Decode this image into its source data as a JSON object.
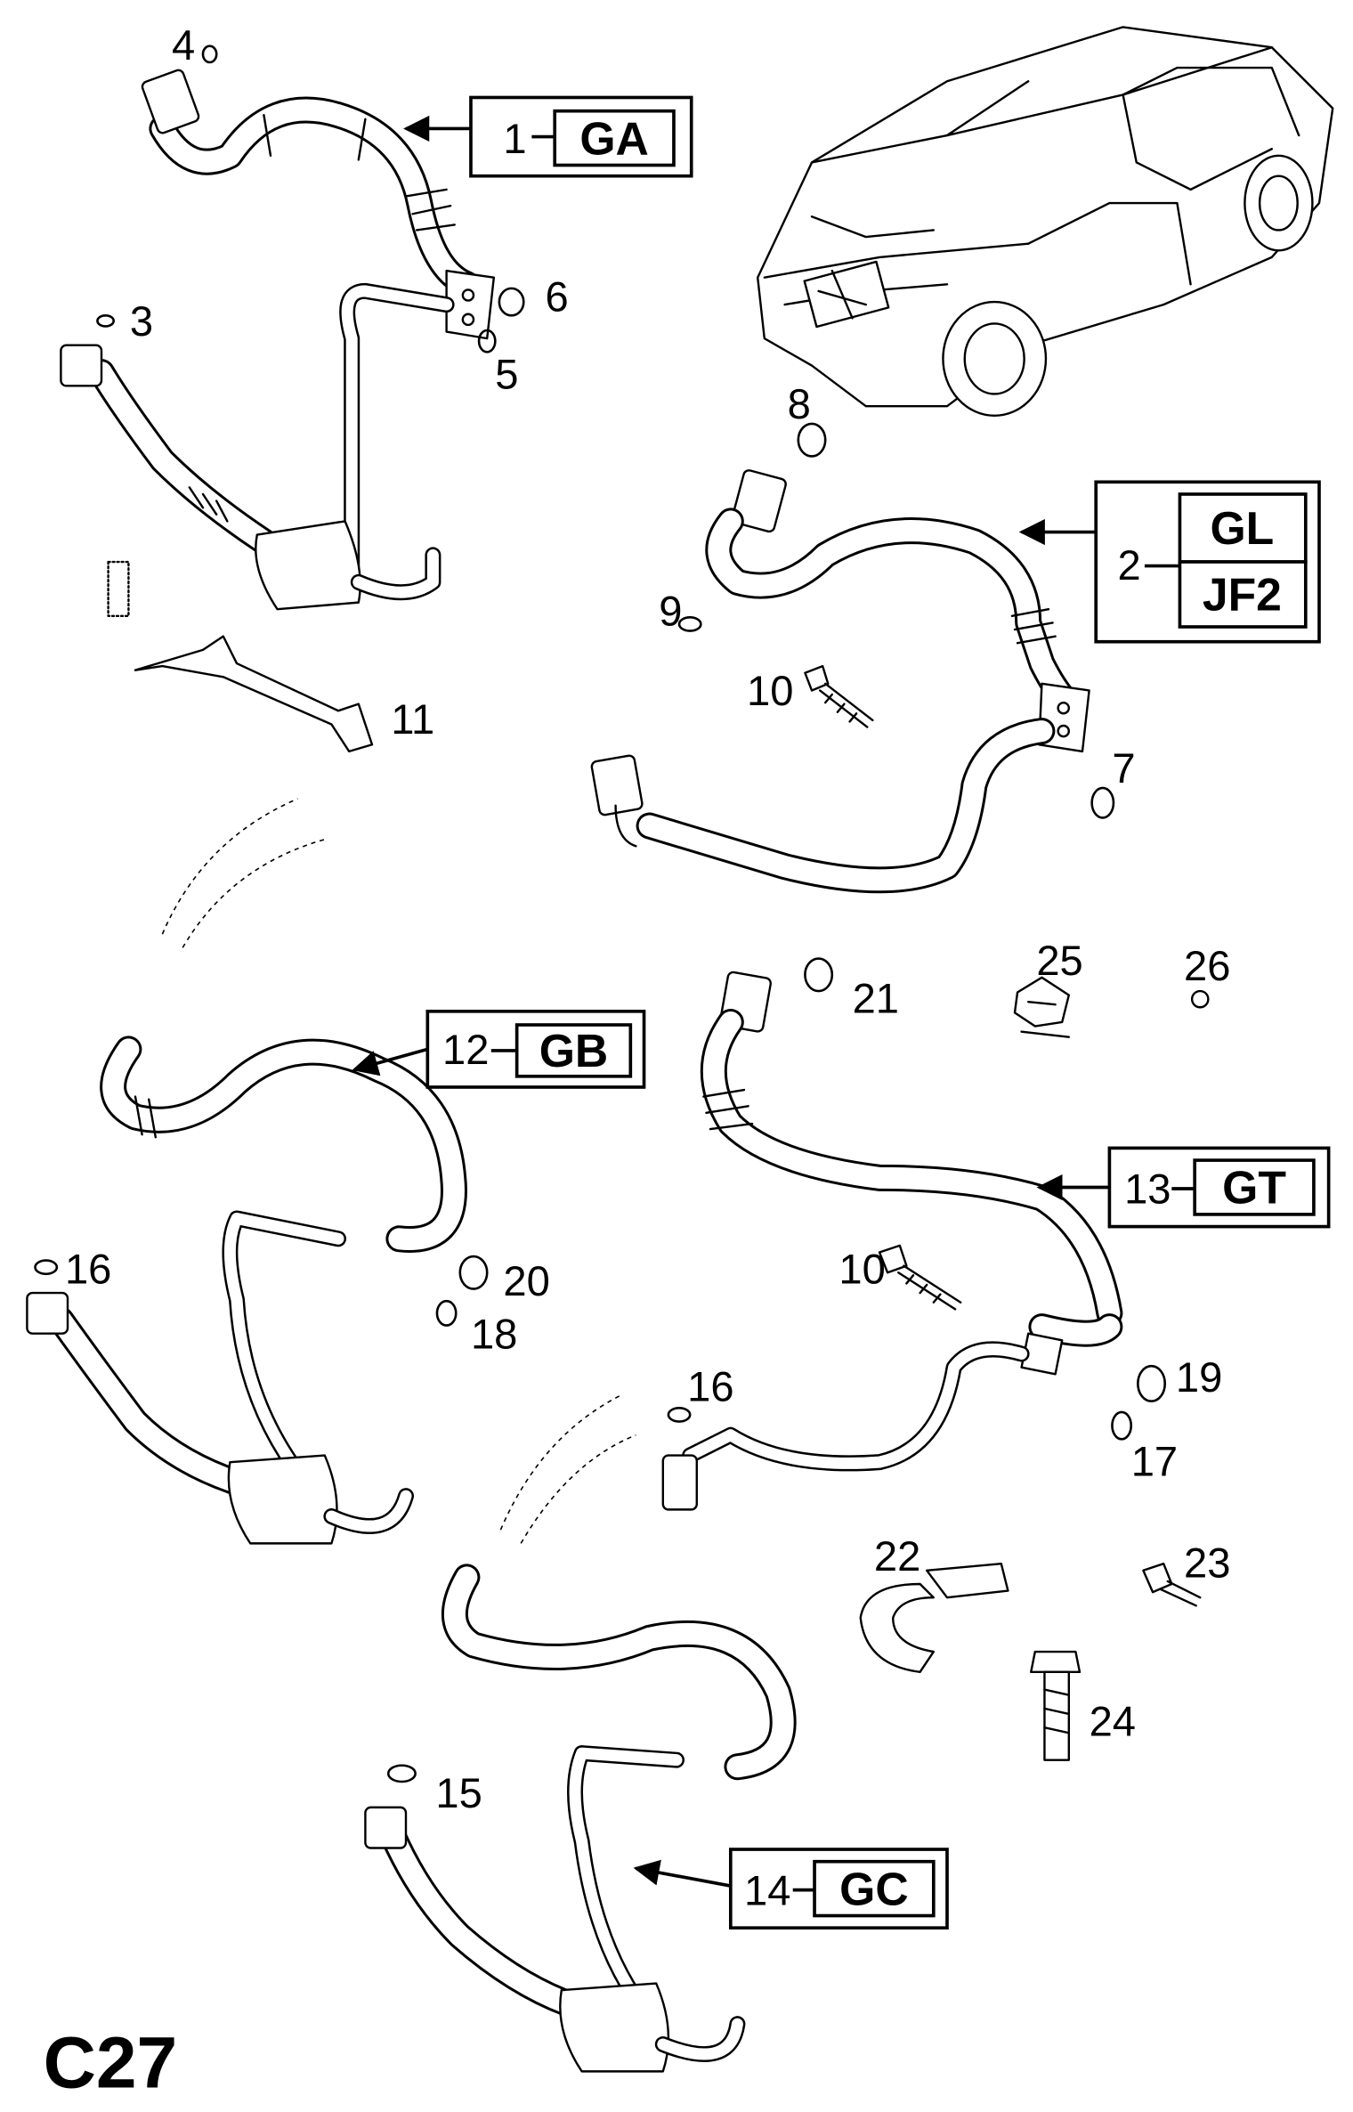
{
  "page_code": "C27",
  "references": {
    "r1": {
      "number": "1",
      "codes": [
        "GA"
      ]
    },
    "r2": {
      "number": "2",
      "codes": [
        "GL",
        "JF2"
      ]
    },
    "r12": {
      "number": "12",
      "codes": [
        "GB"
      ]
    },
    "r13": {
      "number": "13",
      "codes": [
        "GT"
      ]
    },
    "r14": {
      "number": "14",
      "codes": [
        "GC"
      ]
    }
  },
  "part_labels": {
    "p3": "3",
    "p4": "4",
    "p5": "5",
    "p6": "6",
    "p7": "7",
    "p8": "8",
    "p9": "9",
    "p10a": "10",
    "p10b": "10",
    "p11": "11",
    "p15": "15",
    "p16a": "16",
    "p16b": "16",
    "p17": "17",
    "p18": "18",
    "p19": "19",
    "p20": "20",
    "p21": "21",
    "p22": "22",
    "p23": "23",
    "p24": "24",
    "p25": "25",
    "p26": "26"
  }
}
